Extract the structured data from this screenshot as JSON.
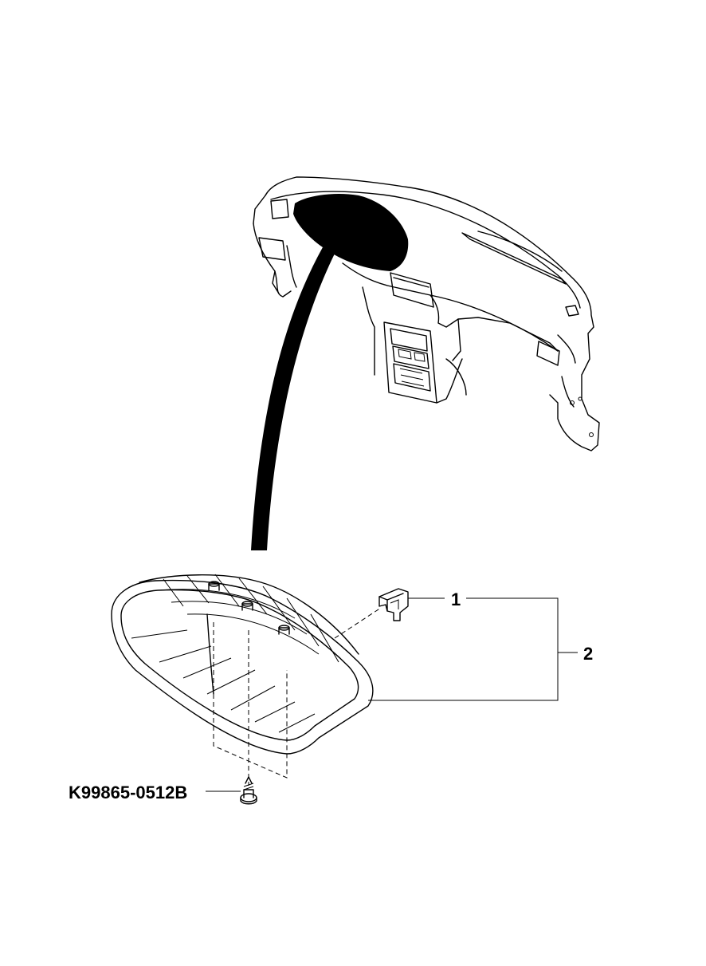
{
  "callouts": {
    "item_1": "1",
    "item_2": "2",
    "fastener_part_number": "K99865-0512B"
  },
  "colors": {
    "ink": "#000000",
    "background": "#ffffff"
  }
}
